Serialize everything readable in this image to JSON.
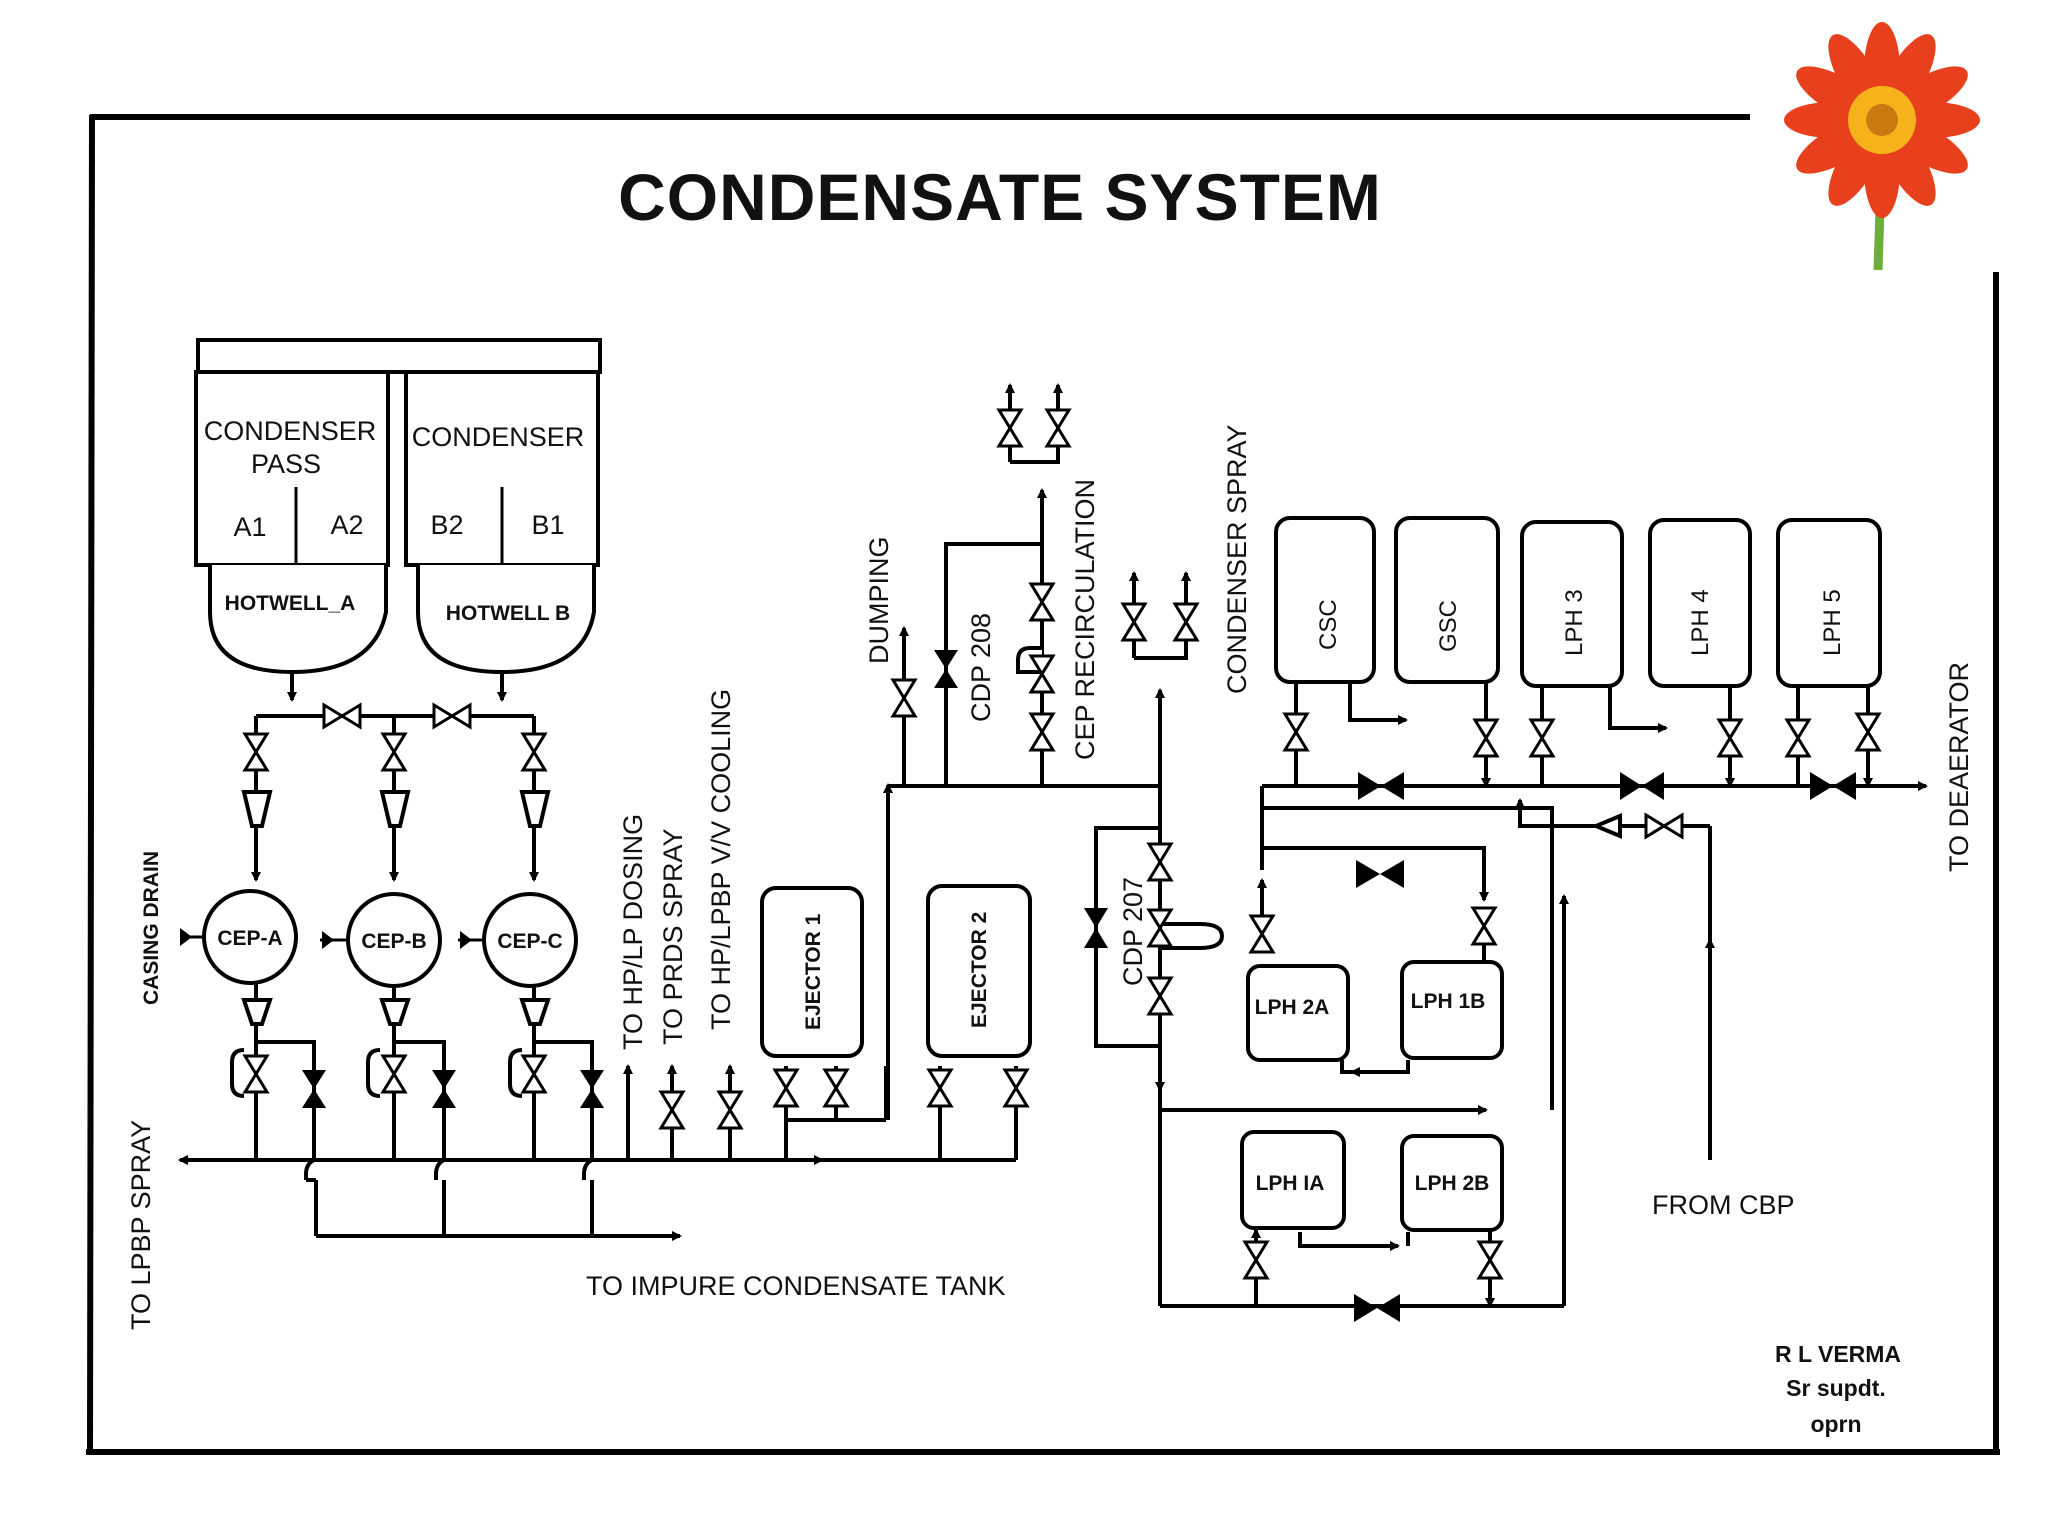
{
  "title": "CONDENSATE SYSTEM",
  "condensers": {
    "a_label_line1": "CONDENSER",
    "a_label_line2": "PASS",
    "b_label": "CONDENSER",
    "pass_a1": "A1",
    "pass_a2": "A2",
    "pass_b2": "B2",
    "pass_b1": "B1",
    "hotwell_a": "HOTWELL_A",
    "hotwell_b": "HOTWELL B"
  },
  "pumps": {
    "cep_a": "CEP-A",
    "cep_b": "CEP-B",
    "cep_c": "CEP-C",
    "casing_drain": "CASING DRAIN"
  },
  "ejectors": {
    "ejector_1": "EJECTOR 1",
    "ejector_2": "EJECTOR 2"
  },
  "heaters": {
    "csc": "CSC",
    "gsc": "GSC",
    "lph3": "LPH 3",
    "lph4": "LPH 4",
    "lph5": "LPH 5",
    "lph2a": "LPH 2A",
    "lph1b": "LPH 1B",
    "lph1a": "LPH IA",
    "lph2b": "LPH 2B"
  },
  "lines": {
    "to_lpbp_spray": "TO LPBP SPRAY",
    "to_hp_lp_dosing": "TO HP/LP DOSING",
    "to_prds_spray": "TO PRDS SPRAY",
    "to_hp_lpbp_cooling": "TO HP/LPBP V/V COOLING",
    "dumping": "DUMPING",
    "cdp_208": "CDP 208",
    "cep_recirculation": "CEP RECIRCULATION",
    "condenser_spray": "CONDENSER SPRAY",
    "cdp_207": "CDP 207",
    "to_deaerator": "TO DEAERATOR",
    "from_cbp": "FROM CBP",
    "to_impure_tank": "TO IMPURE CONDENSATE TANK"
  },
  "signature": {
    "name": "R L VERMA",
    "designation": "Sr supdt.",
    "dept": "oprn"
  },
  "colors": {
    "line": "#000000",
    "flower_petal": "#e8401c",
    "flower_center": "#f6b21a",
    "stem": "#6cae3a"
  }
}
